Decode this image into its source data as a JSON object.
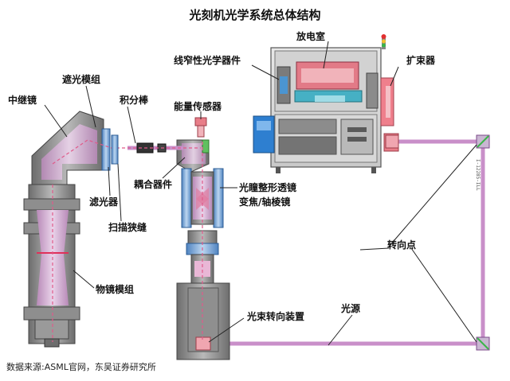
{
  "title": "光刻机光学系统总体结构",
  "labels": {
    "discharge_chamber": "放电室",
    "line_narrowing": "线窄性光学器件",
    "beam_expander": "扩束器",
    "relay_lens": "中继镜",
    "shading_module": "遮光模组",
    "integrator_rod": "积分棒",
    "energy_sensor": "能量传感器",
    "coupler": "耦合器件",
    "filter": "滤光器",
    "scan_slit": "扫描狭缝",
    "pupil_shaping": "光瞳整形透镜",
    "zoom_axicon": "变焦/轴棱镜",
    "turning_point": "转向点",
    "objective_module": "物镜模组",
    "beam_steering": "光束转向装置",
    "light_source": "光源"
  },
  "vertical_text": "I-12285-ILL",
  "source_note": "数据来源:ASML官网，东吴证券研究所"
}
